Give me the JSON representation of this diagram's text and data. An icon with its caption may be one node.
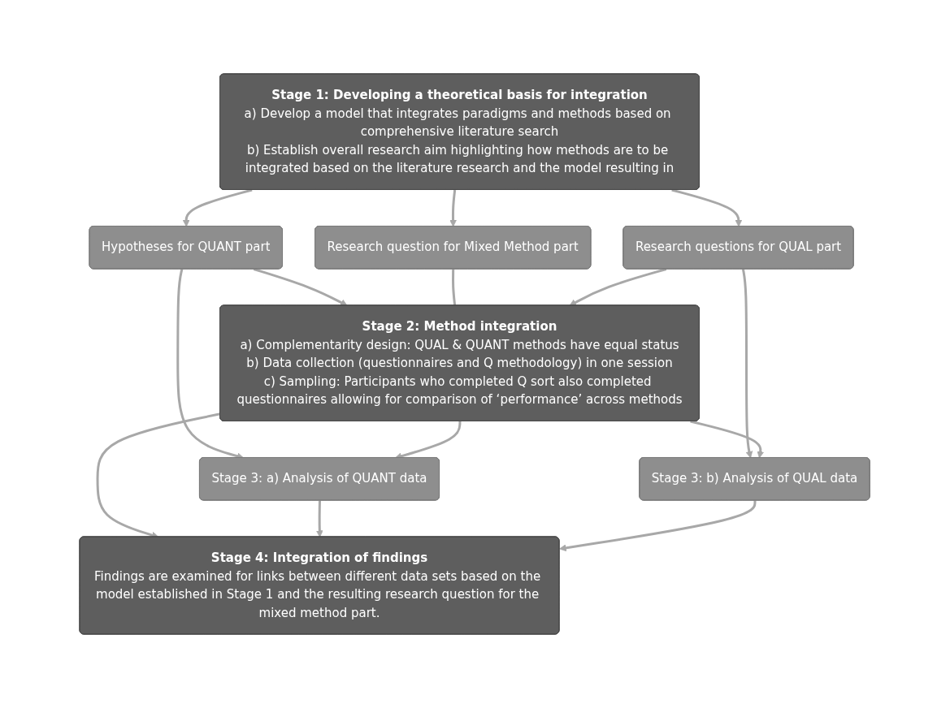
{
  "diagram": {
    "nodes": [
      {
        "text": [
          "Stage 1: Developing a theoretical basis for integration",
          "a) Develop a model that integrates paradigms and methods based on comprehensive literature search",
          "b) Establish overall research aim highlighting how methods are to be integrated based on the literature research and the model resulting in"
        ]
      },
      {
        "text": [
          "Hypotheses for QUANT part"
        ]
      },
      {
        "text": [
          "Research question for Mixed Method part"
        ]
      },
      {
        "text": [
          "Research questions for QUAL part"
        ]
      },
      {
        "text": [
          "Stage 2: Method integration",
          "a) Complementarity design: QUAL & QUANT methods have equal status",
          "b) Data collection (questionnaires and Q methodology) in one session",
          "c) Sampling: Participants who completed Q sort also completed questionnaires allowing for comparison of ‘performance’ across methods"
        ]
      },
      {
        "text": [
          "Stage 3: a) Analysis of QUANT data"
        ]
      },
      {
        "text": [
          "Stage 3: b) Analysis of QUAL data"
        ]
      },
      {
        "text": [
          "Stage 4: Integration of findings",
          "Findings are examined for links between different data sets based on the model established in Stage 1 and the resulting research question for the mixed method part."
        ]
      }
    ],
    "edges": [
      {
        "from": 0,
        "to": 1,
        "arrow": "to"
      },
      {
        "from": 0,
        "to": 2,
        "arrow": "to"
      },
      {
        "from": 0,
        "to": 3,
        "arrow": "to"
      },
      {
        "from": 1,
        "to": 4,
        "arrow": "to"
      },
      {
        "from": 1,
        "to": 5,
        "arrow": "to"
      },
      {
        "from": 2,
        "to": 4,
        "arrow": "none"
      },
      {
        "from": 3,
        "to": 4,
        "arrow": "to"
      },
      {
        "from": 3,
        "to": 6,
        "arrow": "to"
      },
      {
        "from": 4,
        "to": 5,
        "arrow": "to"
      },
      {
        "from": 4,
        "to": 6,
        "arrow": "to"
      },
      {
        "from": 4,
        "to": 7,
        "arrow": "to"
      },
      {
        "from": 5,
        "to": 7,
        "arrow": "to"
      },
      {
        "from": 6,
        "to": 7,
        "arrow": "to"
      }
    ]
  }
}
